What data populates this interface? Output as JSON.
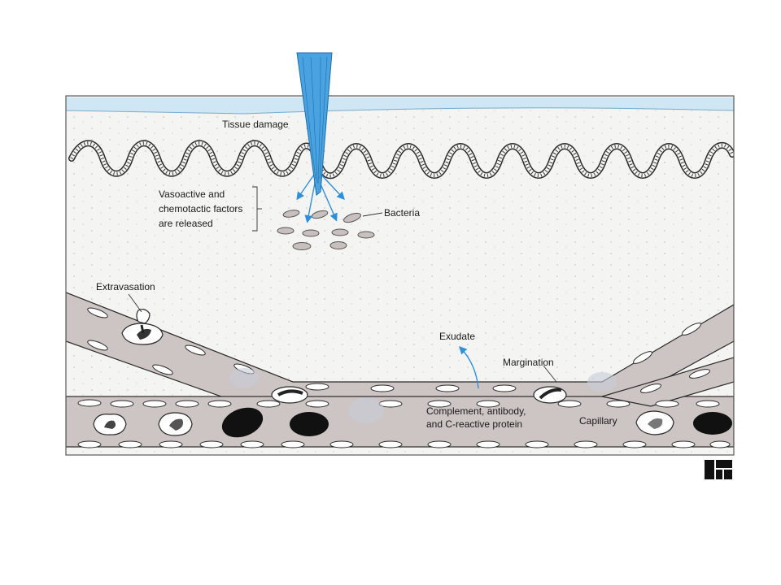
{
  "labels": {
    "tissue_damage": "Tissue damage",
    "vasoactive_1": "Vasoactive and",
    "vasoactive_2": "chemotactic factors",
    "vasoactive_3": "are released",
    "bacteria": "Bacteria",
    "extravasation": "Extravasation",
    "exudate": "Exudate",
    "margination": "Margination",
    "complement_1": "Complement, antibody,",
    "complement_2": "and C-reactive protein",
    "capillary": "Capillary"
  },
  "colors": {
    "needle": "#4aa3e0",
    "arrows": "#2f8fd8",
    "surface": "#cfe6f5",
    "tissue": "#f4f4f2",
    "vessel": "#cdc5c3",
    "cell_dark": "#111111",
    "bacteria": "#c8c0be"
  },
  "logo": {
    "icon": "publisher-logo-icon"
  }
}
